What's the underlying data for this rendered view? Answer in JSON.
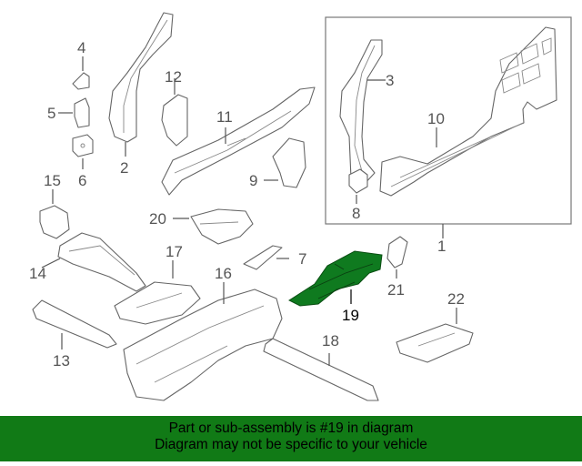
{
  "labels": {
    "p1": "1",
    "p2": "2",
    "p3": "3",
    "p4": "4",
    "p5": "5",
    "p6": "6",
    "p7": "7",
    "p8": "8",
    "p9": "9",
    "p10": "10",
    "p11": "11",
    "p12": "12",
    "p13": "13",
    "p14": "14",
    "p15": "15",
    "p16": "16",
    "p17": "17",
    "p18": "18",
    "p19": "19",
    "p20": "20",
    "p21": "21",
    "p22": "22"
  },
  "highlighted_part": "19",
  "colors": {
    "highlight": "#0f7a1f",
    "banner": "#117a16",
    "line": "#666666"
  },
  "banner": {
    "line1": "Part or sub-assembly is #19 in diagram",
    "line2": "Diagram may not be specific to your vehicle"
  }
}
